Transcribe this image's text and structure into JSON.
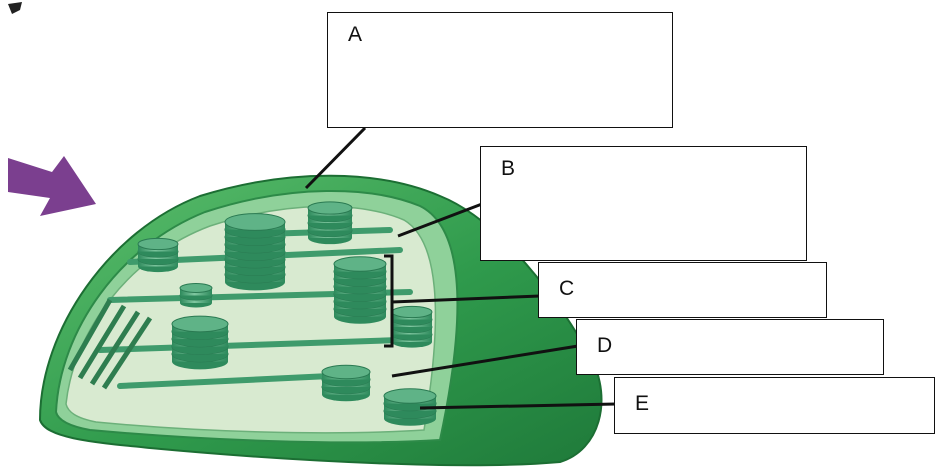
{
  "diagram": {
    "labels": [
      {
        "id": "a",
        "letter": "A"
      },
      {
        "id": "b",
        "letter": "B"
      },
      {
        "id": "c",
        "letter": "C"
      },
      {
        "id": "d",
        "letter": "D"
      },
      {
        "id": "e",
        "letter": "E"
      }
    ],
    "colors": {
      "outer_membrane": "#2f9a4c",
      "inner_membrane": "#8fd19a",
      "stroma": "#d8ead0",
      "thylakoid": "#3f9b6c",
      "thylakoid_light": "#7fc7a0",
      "arrow": "#7b3f8f",
      "leader_line": "#111111"
    }
  }
}
